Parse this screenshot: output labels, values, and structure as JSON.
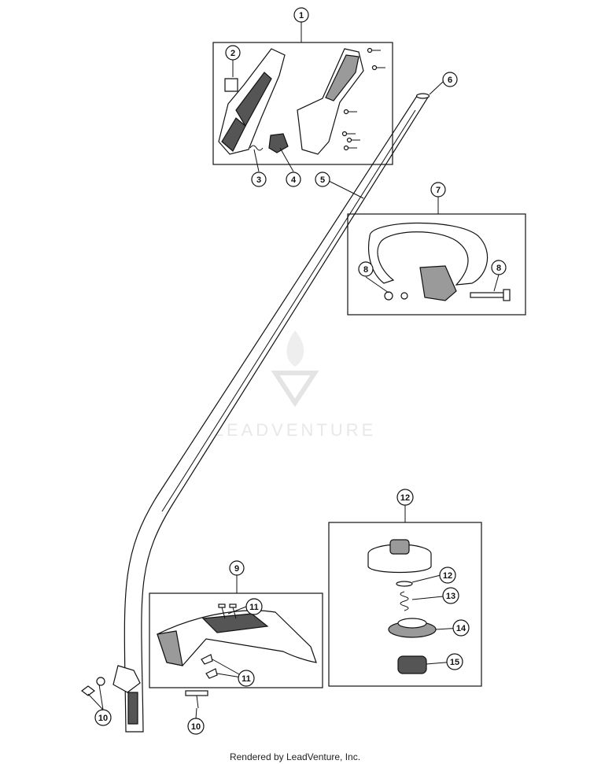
{
  "callouts": [
    "1",
    "2",
    "3",
    "4",
    "5",
    "6",
    "7",
    "8",
    "8",
    "9",
    "10",
    "10",
    "11",
    "11",
    "12",
    "12",
    "13",
    "14",
    "15"
  ],
  "watermark": "LEADVENTURE",
  "footer": "Rendered by LeadVenture, Inc."
}
